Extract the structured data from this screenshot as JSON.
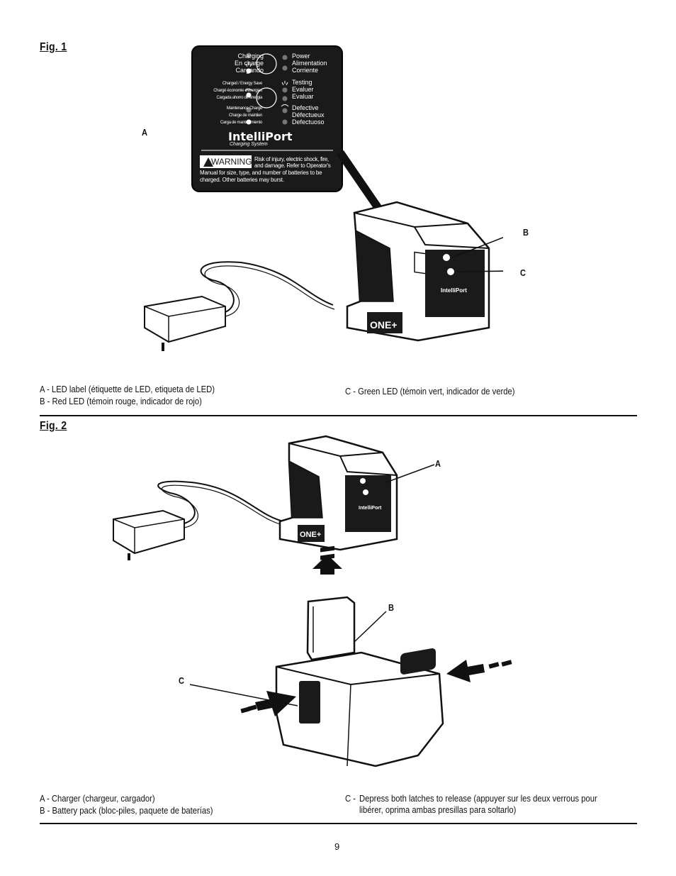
{
  "fig1": {
    "title": "Fig. 1",
    "callouts": {
      "a": "A",
      "b": "B",
      "c": "C"
    },
    "led_label": {
      "rows": [
        {
          "left": [
            "Charging",
            "En charge",
            "Cargando"
          ],
          "right": [
            "Power",
            "Alimentation",
            "Corriente"
          ]
        },
        {
          "left": [
            "Charged / Energy Save",
            "Chargé économie d'énergies",
            "Cargada ahorro de energia"
          ],
          "right": [
            "Testing",
            "Evaluer",
            "Evaluar"
          ]
        },
        {
          "left": [
            "Maintenance Charge",
            "Charge de maintien",
            "Carga de mantenimiento"
          ],
          "right": [
            "Defective",
            "Défectueux",
            "Defectuoso"
          ]
        }
      ],
      "brand": "IntelliPort",
      "subbrand": "Charging System",
      "warning_word": "WARNING",
      "warning_lines": [
        "Risk of injury, electric shock, fire,",
        "and damage. Refer to Operator's",
        "Manual for size, type, and number of batteries to be",
        "charged.  Other batteries may burst."
      ]
    },
    "captions": {
      "a": "A - LED label (étiquette de LED, etiqueta de LED)",
      "b": "B - Red LED (témoin rouge, indicador de rojo)",
      "c": "C - Green LED (témoin vert, indicador de verde)"
    }
  },
  "fig2": {
    "title": "Fig. 2",
    "callouts": {
      "a": "A",
      "b": "B",
      "c": "C"
    },
    "captions": {
      "a": "A - Charger (chargeur, cargador)",
      "b": "B - Battery pack (bloc-piles, paquete de baterías)",
      "c_prefix": "C -",
      "c_line1": "Depress both latches to release (appuyer sur les deux verrous pour",
      "c_line2": "libérer, oprima ambas presillas para soltarlo)"
    }
  },
  "page_number": "9",
  "colors": {
    "ink": "#111111",
    "label_bg": "#1a1a1a",
    "paper": "#ffffff"
  }
}
